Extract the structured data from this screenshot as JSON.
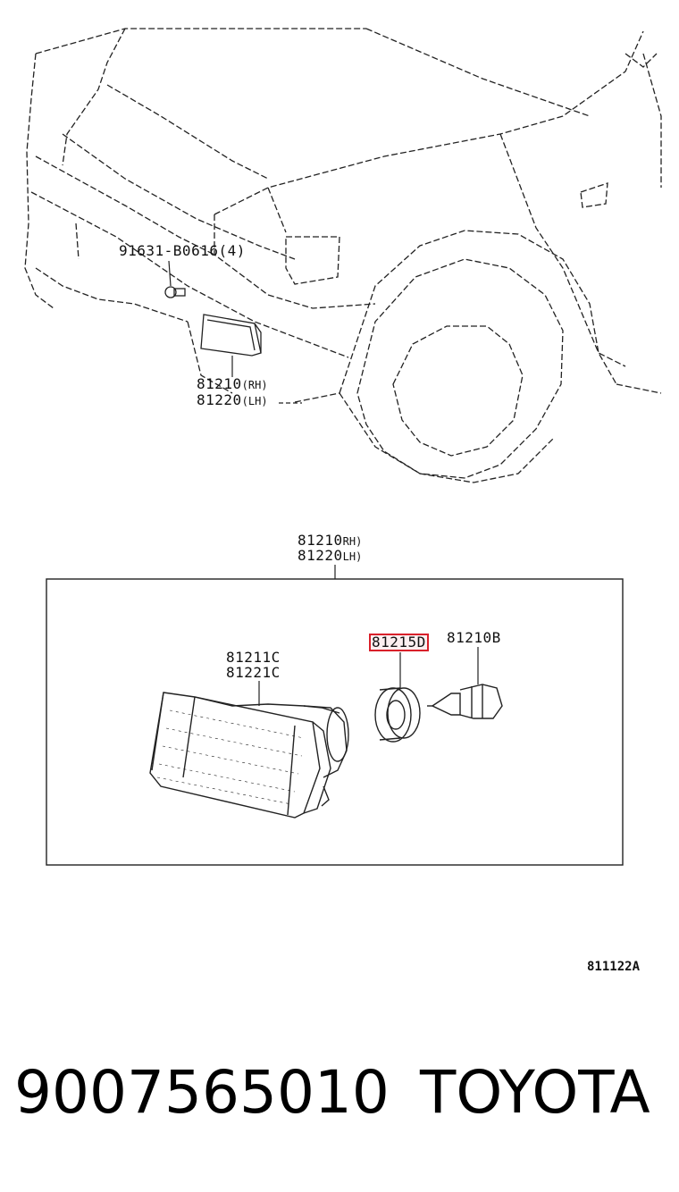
{
  "diagram": {
    "callouts": {
      "bolt": "91631-B0616(4)",
      "lamp_rh_top": "81210",
      "lamp_rh_top_side": "(RH)",
      "lamp_lh_top": "81220",
      "lamp_lh_top_side": "(LH)",
      "assy_rh": "81210",
      "assy_rh_side": "RH)",
      "assy_lh": "81220",
      "assy_lh_side": "LH)",
      "lens_rh": "81211C",
      "lens_lh": "81221C",
      "socket": "81215D",
      "bulb": "81210B"
    },
    "reference": "811122A"
  },
  "footer": {
    "part_number": "9007565010",
    "brand": "TOYOTA"
  },
  "colors": {
    "highlight": "#d9202a",
    "line": "#222222"
  }
}
